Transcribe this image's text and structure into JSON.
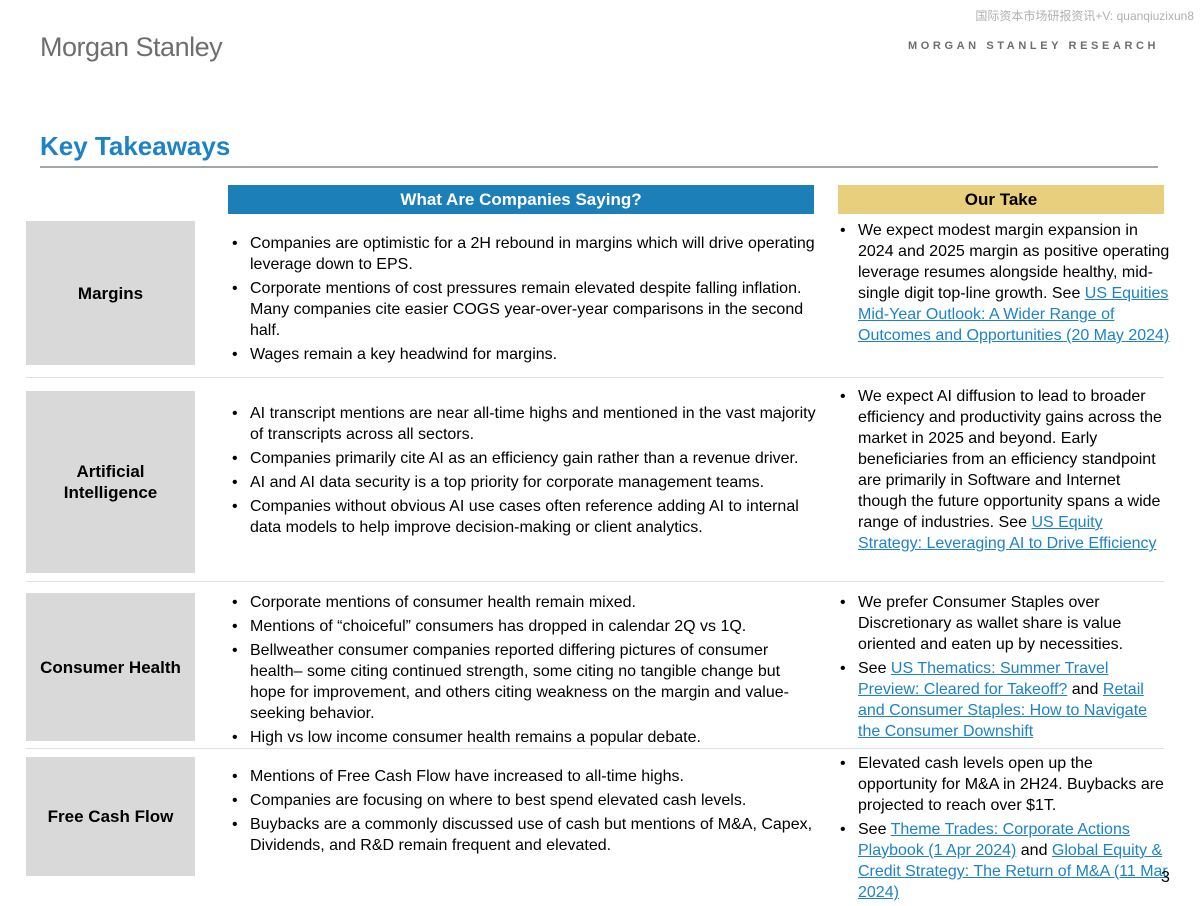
{
  "watermark": "国际资本市场研报资讯+V: quanqiuzixun8",
  "brand": {
    "logo": "Morgan Stanley",
    "research": "MORGAN STANLEY RESEARCH"
  },
  "title": "Key Takeaways",
  "headers": {
    "left": "What Are Companies Saying?",
    "right": "Our Take"
  },
  "colors": {
    "title": "#1d83c6",
    "left_header_bg": "#1d7fb8",
    "right_header_bg": "#e8cf7d",
    "label_bg": "#d9d9d9",
    "link": "#1d83c6"
  },
  "rows": [
    {
      "label": "Margins",
      "saying": [
        "Companies are optimistic for a 2H rebound in margins which will drive operating leverage down to EPS.",
        "Corporate mentions of cost pressures remain elevated despite falling inflation. Many companies cite easier COGS year-over-year comparisons in the second half.",
        "Wages remain a key headwind for margins."
      ],
      "take": [
        {
          "text": "We expect modest margin expansion in 2024 and 2025 margin as positive operating leverage resumes alongside healthy, mid-single digit top-line growth. See ",
          "link": "US Equities Mid-Year Outlook: A Wider Range of Outcomes and Opportunities (20 May 2024)"
        }
      ]
    },
    {
      "label": "Artificial Intelligence",
      "saying": [
        "AI transcript mentions are near all-time highs and mentioned in the vast majority of transcripts across all sectors.",
        "Companies primarily cite AI as an efficiency gain rather than a revenue driver.",
        "AI and AI data security is a top priority for corporate management teams.",
        "Companies without obvious AI use cases often reference adding AI to internal data models to help improve decision-making or client analytics."
      ],
      "take": [
        {
          "text": "We expect AI diffusion to lead to broader efficiency and productivity gains across the market in 2025 and beyond. Early beneficiaries from an efficiency standpoint are primarily in Software and Internet though the future opportunity spans a wide range of industries. See ",
          "link": "US Equity Strategy: Leveraging AI to Drive Efficiency"
        }
      ]
    },
    {
      "label": "Consumer Health",
      "saying": [
        "Corporate mentions of consumer health remain mixed.",
        "Mentions of “choiceful” consumers has dropped in calendar 2Q vs 1Q.",
        "Bellweather consumer companies reported differing pictures of consumer health– some citing continued strength, some citing no tangible change but hope for improvement, and others citing weakness on the margin and value-seeking behavior.",
        "High vs low income consumer health remains a popular debate."
      ],
      "take": [
        {
          "text": "We prefer Consumer Staples over Discretionary as wallet share is value oriented and eaten up by necessities."
        },
        {
          "text": "See ",
          "link": "US Thematics: Summer Travel Preview: Cleared for Takeoff?",
          "mid": " and ",
          "link2": "Retail and Consumer Staples: How to Navigate the Consumer Downshift"
        }
      ]
    },
    {
      "label": "Free Cash Flow",
      "saying": [
        "Mentions of Free Cash Flow have increased to all-time highs.",
        "Companies are focusing on where to best spend elevated cash levels.",
        "Buybacks are a commonly discussed use of cash but mentions of M&A, Capex, Dividends, and R&D remain frequent and elevated."
      ],
      "take": [
        {
          "text": "Elevated cash levels open up the opportunity for M&A in 2H24. Buybacks are projected to reach over $1T."
        },
        {
          "text": "See ",
          "link": "Theme Trades: Corporate Actions Playbook (1 Apr 2024)",
          "mid": " and ",
          "link2": "Global Equity & Credit Strategy: The Return of M&A (11 Mar 2024)"
        }
      ]
    }
  ],
  "page_number": "3"
}
